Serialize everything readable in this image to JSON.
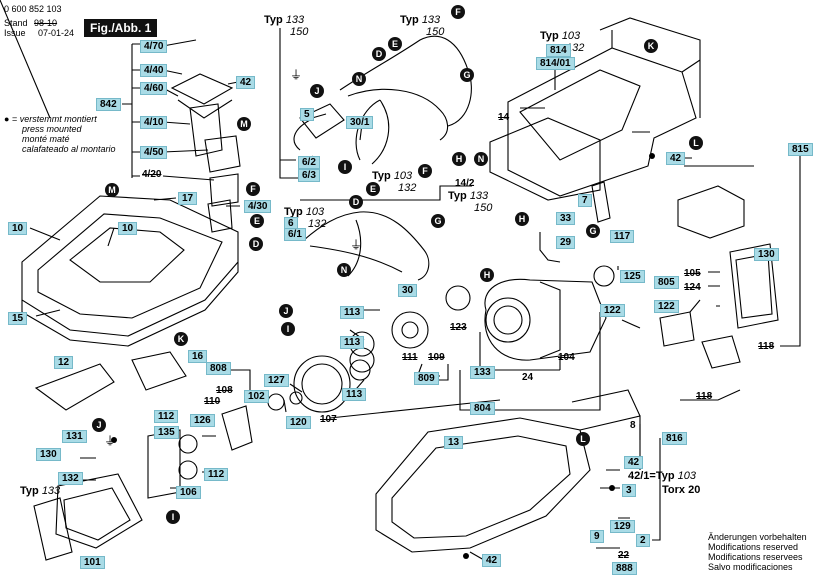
{
  "header": {
    "doc_number": "0 600 852 103",
    "stand_label": "Stand",
    "stand_value": "98-10",
    "issue_label": "Issue",
    "issue_value": "07-01-24",
    "figure_label": "Fig./Abb. 1"
  },
  "legend": {
    "bullet": "● =",
    "lines": [
      "verstemmt montiert",
      "press mounted",
      "monté maté",
      "calafateado al montario"
    ]
  },
  "footer": {
    "lines": [
      "Änderungen vorbehalten",
      "Modifications reserved",
      "Modifications reservees",
      "Salvo modificaciones"
    ]
  },
  "typ_labels": {
    "t1": {
      "word": "Typ",
      "a": "133",
      "b": "150"
    },
    "t2": {
      "word": "Typ",
      "a": "133",
      "b": "150"
    },
    "t3": {
      "word": "Typ",
      "a": "103",
      "b": "132"
    },
    "t4": {
      "word": "Typ",
      "a": "103",
      "b": "132"
    },
    "t5": {
      "word": "Typ",
      "a": "103",
      "b": "132"
    },
    "t6": {
      "word": "Typ",
      "a": "133",
      "b": "150"
    },
    "t7": {
      "word": "Typ",
      "a": "133"
    },
    "t8": {
      "word": "42/1=Typ",
      "a": "103"
    },
    "torx": "Torx 20"
  },
  "part_labels": {
    "p4_70": "4/70",
    "p4_40": "4/40",
    "p4_60": "4/60",
    "p842": "842",
    "p4_10": "4/10",
    "p4_50": "4/50",
    "p4_20": "4/20",
    "p4_30": "4/30",
    "p42a": "42",
    "p17": "17",
    "p10a": "10",
    "p10b": "10",
    "p15": "15",
    "p5": "5",
    "p30_1": "30/1",
    "p6_2": "6/2",
    "p6_3": "6/3",
    "p814": "814",
    "p814_01": "814/01",
    "p42b": "42",
    "p14": "14",
    "p815": "815",
    "p14_2": "14/2",
    "p6": "6",
    "p6_1": "6/1",
    "p7": "7",
    "p33": "33",
    "p29": "29",
    "p117": "117",
    "p125": "125",
    "p130a": "130",
    "p30": "30",
    "p113a": "113",
    "p113b": "113",
    "p113c": "113",
    "p123": "123",
    "p122a": "122",
    "p805": "805",
    "p105": "105",
    "p124": "124",
    "p122b": "122",
    "p118a": "118",
    "p111": "111",
    "p109": "109",
    "p809": "809",
    "p133": "133",
    "p104": "104",
    "p24": "24",
    "p12": "12",
    "p16": "16",
    "p808": "808",
    "p108": "108",
    "p110": "110",
    "p127": "127",
    "p102": "102",
    "p120": "120",
    "p107": "107",
    "p804": "804",
    "p118b": "118",
    "p8": "8",
    "p816": "816",
    "p13": "13",
    "p112a": "112",
    "p126": "126",
    "p135": "135",
    "p112b": "112",
    "p131": "131",
    "p130b": "130",
    "p132": "132",
    "p106": "106",
    "p42c": "42",
    "p3": "3",
    "p129": "129",
    "p2": "2",
    "p9": "9",
    "p22": "22",
    "p888": "888",
    "p42d": "42",
    "p101": "101"
  },
  "circle_labels": {
    "cF1": "F",
    "cD1": "D",
    "cE1": "E",
    "cG1": "G",
    "cN1": "N",
    "cJ1": "J",
    "cI1": "I",
    "cH1": "H",
    "cK1": "K",
    "cL1": "L",
    "cN2": "N",
    "cM1": "M",
    "cM2": "M",
    "cF2": "F",
    "cE2": "E",
    "cD2": "D",
    "cF3": "F",
    "cE3": "E",
    "cD3": "D",
    "cG2": "G",
    "cN3": "N",
    "cH2": "H",
    "cH3": "H",
    "cG3": "G",
    "cJ2": "J",
    "cI2": "I",
    "cK2": "K",
    "cJ3": "J",
    "cI3": "I",
    "cL2": "L",
    "cE4": "E"
  },
  "colors": {
    "label_fill": "#a9dbe6",
    "label_border": "#76b9c9",
    "line": "#000000"
  }
}
